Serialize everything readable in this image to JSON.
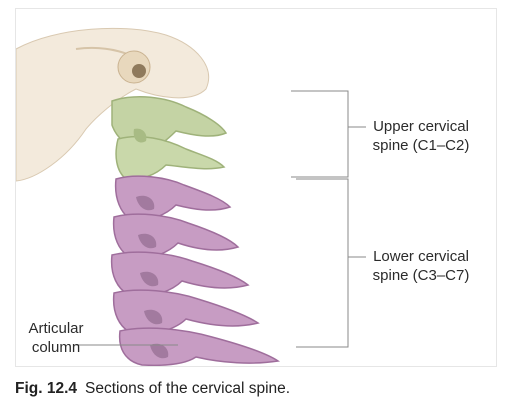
{
  "labels": {
    "upper": {
      "line1": "Upper cervical",
      "line2": "spine (C1–C2)"
    },
    "lower": {
      "line1": "Lower cervical",
      "line2": "spine (C3–C7)"
    },
    "articular": {
      "line1": "Articular",
      "line2": "column"
    }
  },
  "caption": {
    "figure_number": "Fig. 12.4",
    "text": "Sections of the cervical spine."
  },
  "colors": {
    "upper_spine": "#c4d3a4",
    "lower_spine": "#c79cc3",
    "skull": "#f3eadc",
    "bracket_line": "#8a8a8a"
  }
}
